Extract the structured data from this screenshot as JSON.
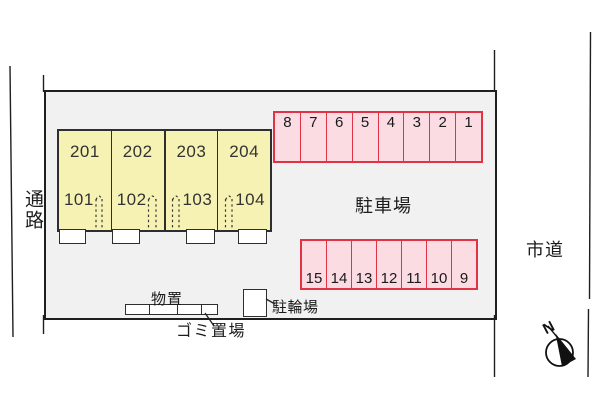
{
  "site_plan": {
    "labels": {
      "passage": "通路",
      "city_road": "市道",
      "parking_lot": "駐車場",
      "storage": "物置",
      "garbage_area": "ゴミ置場",
      "bicycle_parking": "駐輪場",
      "north": "N"
    },
    "building": {
      "units": [
        {
          "upper": "201",
          "lower": "101"
        },
        {
          "upper": "202",
          "lower": "102"
        },
        {
          "upper": "203",
          "lower": "103"
        },
        {
          "upper": "204",
          "lower": "104"
        }
      ]
    },
    "parking": {
      "top_row": [
        "8",
        "7",
        "6",
        "5",
        "4",
        "3",
        "2",
        "1"
      ],
      "bottom_row": [
        "15",
        "14",
        "13",
        "12",
        "11",
        "10",
        "9"
      ]
    },
    "colors": {
      "site_fill": "#f1f1f1",
      "line": "#1f1f1f",
      "building_fill": "#f6f2b4",
      "building_line": "#2e2e2e",
      "parking_fill": "#fbdce3",
      "parking_border": "#e23346"
    }
  }
}
